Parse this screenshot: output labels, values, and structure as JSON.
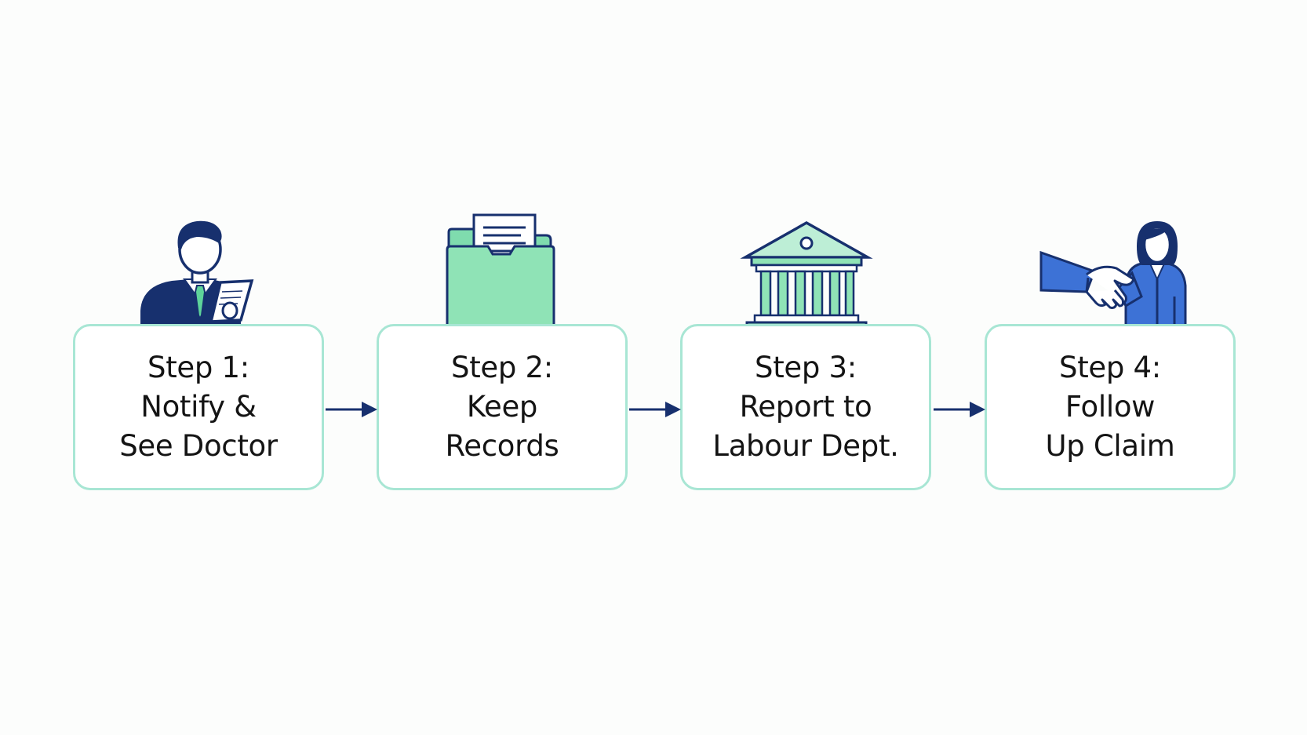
{
  "colors": {
    "card_border": "#a8e6d4",
    "navy": "#17306e",
    "mint": "#8fe3b6",
    "blue": "#3d72d6",
    "arrow": "#17306e"
  },
  "steps": [
    {
      "icon": "doctor-with-clipboard-icon",
      "lines": [
        "Step 1:",
        "Notify &",
        "See Doctor"
      ]
    },
    {
      "icon": "folder-with-document-icon",
      "lines": [
        "Step 2:",
        "Keep",
        "Records"
      ]
    },
    {
      "icon": "government-building-icon",
      "lines": [
        "Step 3:",
        "Report to",
        "Labour Dept."
      ]
    },
    {
      "icon": "handshake-icon",
      "lines": [
        "Step 4:",
        "Follow",
        "Up Claim"
      ]
    }
  ]
}
